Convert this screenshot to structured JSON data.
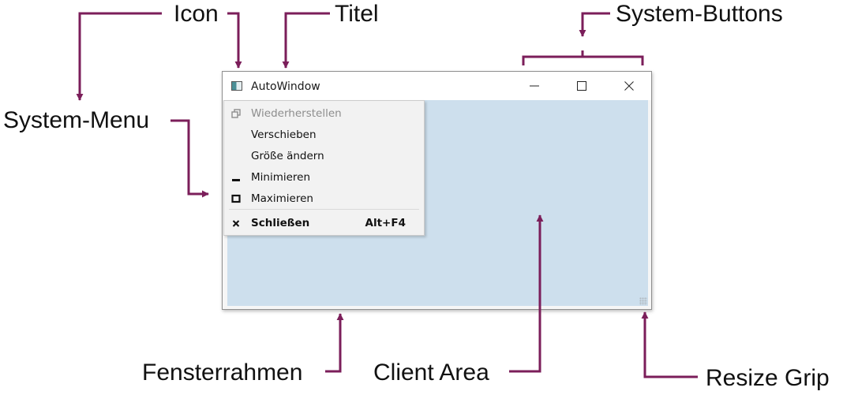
{
  "labels": {
    "icon": "Icon",
    "title": "Titel",
    "system_buttons": "System-Buttons",
    "system_menu": "System-Menu",
    "window_frame": "Fensterrahmen",
    "client_area": "Client Area",
    "resize_grip": "Resize Grip"
  },
  "window": {
    "title": "AutoWindow",
    "icon": "app-window-icon",
    "buttons": [
      "minimize-icon",
      "maximize-icon",
      "close-icon"
    ]
  },
  "system_menu": {
    "items": [
      {
        "label": "Wiederherstellen",
        "icon": "restore-icon",
        "disabled": true
      },
      {
        "label": "Verschieben",
        "icon": ""
      },
      {
        "label": "Größe ändern",
        "icon": ""
      },
      {
        "label": "Minimieren",
        "icon": "minimize-icon"
      },
      {
        "label": "Maximieren",
        "icon": "maximize-icon"
      },
      {
        "label": "Schließen",
        "icon": "close-icon",
        "shortcut": "Alt+F4",
        "bold": true
      }
    ]
  },
  "colors": {
    "annotation": "#7b1e5a",
    "client_area": "#cddfed",
    "menu_background": "#f2f2f2"
  }
}
